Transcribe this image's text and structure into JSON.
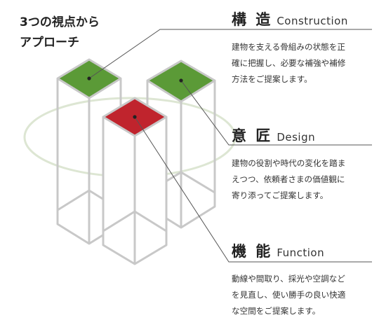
{
  "headline": {
    "line1": "3つの視点から",
    "line2": "アプローチ"
  },
  "sections": [
    {
      "jp": "構 造",
      "en": "Construction",
      "desc": [
        "建物を支える骨組みの状態を正",
        "確に把握し、必要な補強や補修",
        "方法をご提案します。"
      ]
    },
    {
      "jp": "意 匠",
      "en": "Design",
      "desc": [
        "建物の役割や時代の変化を踏ま",
        "えつつ、依頼者さまの価値観に",
        "寄り添ってご提案します。"
      ]
    },
    {
      "jp": "機 能",
      "en": "Function",
      "desc": [
        "動線や間取り、採光や空調など",
        "を見直し、使い勝手の良い快適",
        "な空間をご提案します。"
      ]
    }
  ],
  "colors": {
    "green": "#5b9a37",
    "red": "#c0242d",
    "outline": "#c8c8c8",
    "ellipse": "#dde6d3",
    "leader": "#555555"
  },
  "icons": [
    "pillar-structure-green",
    "pillar-design-green",
    "pillar-function-red"
  ]
}
